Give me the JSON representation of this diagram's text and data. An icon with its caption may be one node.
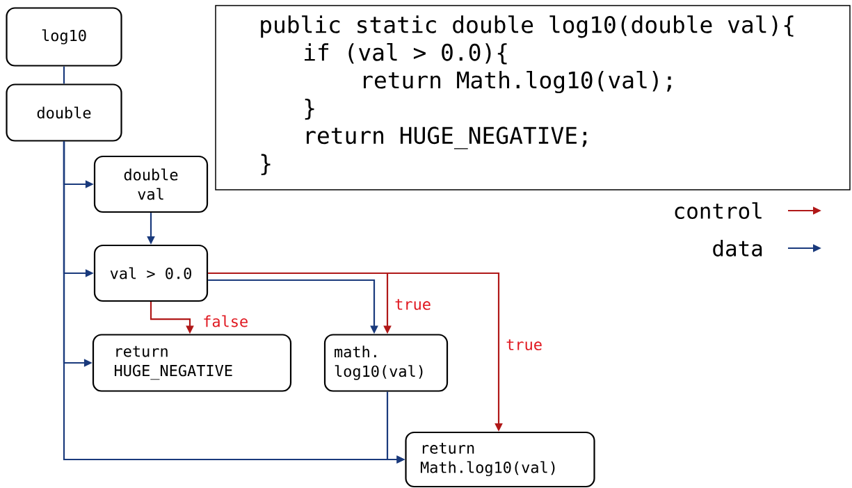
{
  "diagram": {
    "nodes": [
      {
        "text": [
          "log10"
        ]
      },
      {
        "text": [
          "double"
        ]
      },
      {
        "text": [
          "double val"
        ]
      },
      {
        "text": [
          "val > 0.0"
        ]
      },
      {
        "text": [
          "return HUGE_NEGATIVE"
        ]
      },
      {
        "text": [
          "math. log10(val)"
        ]
      },
      {
        "text": [
          "return Math.log10(val)"
        ]
      },
      {
        "text": [
          "public static double log10(double val){",
          "if (val > 0.0){",
          "return Math.log10(val);",
          "}",
          "return HUGE_NEGATIVE;",
          "}"
        ]
      }
    ],
    "edges": [
      {
        "from": 0,
        "to": 1,
        "arrow": "none"
      },
      {
        "from": 1,
        "to": 2,
        "arrow": "to"
      },
      {
        "from": 1,
        "to": 3,
        "arrow": "to"
      },
      {
        "from": 1,
        "to": 4,
        "arrow": "to"
      },
      {
        "from": 1,
        "to": 6,
        "arrow": "to"
      },
      {
        "from": 2,
        "to": 3,
        "arrow": "to"
      },
      {
        "from": 3,
        "to": 4,
        "arrow": "to",
        "label": "false",
        "color": "#b01818"
      },
      {
        "from": 3,
        "to": 5,
        "arrow": "to"
      },
      {
        "from": 3,
        "to": 5,
        "arrow": "to",
        "label": "true",
        "color": "#b01818"
      },
      {
        "from": 3,
        "to": 6,
        "arrow": "to",
        "label": "true",
        "color": "#b01818"
      },
      {
        "from": 5,
        "to": 6,
        "arrow": "to"
      }
    ],
    "legend": [
      {
        "text": "control"
      },
      {
        "text": "data"
      }
    ]
  }
}
